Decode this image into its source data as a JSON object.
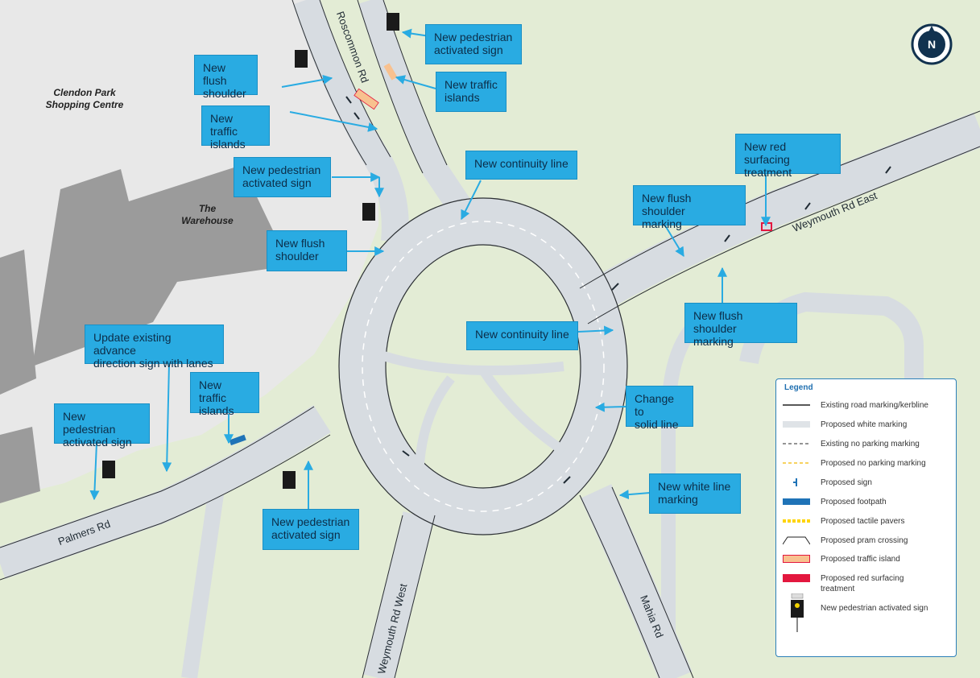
{
  "map": {
    "places": {
      "shopping_centre": "Clendon Park\nShopping Centre",
      "warehouse": "The\nWarehouse"
    },
    "roads": {
      "roscommon": "Roscommon Rd",
      "weymouth_east": "Weymouth Rd East",
      "palmers": "Palmers Rd",
      "weymouth_west": "Weymouth Rd West",
      "mahia": "Mahia Rd"
    },
    "compass_letter": "N",
    "callouts": {
      "flush_shoulder_top": "New flush\nshoulder",
      "ped_sign_top": "New pedestrian\nactivated sign",
      "traffic_islands_top": "New traffic\nislands",
      "traffic_islands_left": "New traffic\nislands",
      "continuity_line_top": "New continuity line",
      "red_surfacing": "New red surfacing\ntreatment",
      "ped_sign_roscommon": "New pedestrian\nactivated sign",
      "flush_shoulder_marking_top": "New flush shoulder\nmarking",
      "flush_shoulder_mid": "New flush\nshoulder",
      "flush_shoulder_marking_right": "New flush shoulder\nmarking",
      "continuity_line_mid": "New continuity line",
      "advance_sign": "Update existing advance\ndirection sign with lanes",
      "traffic_islands_palmers": "New traffic\nislands",
      "solid_line": "Change to\nsolid line",
      "ped_sign_palmers": "New pedestrian\nactivated sign",
      "white_line": "New white line\nmarking",
      "ped_sign_bottom": "New pedestrian\nactivated sign"
    },
    "legend": {
      "title": "Legend",
      "items": [
        {
          "symbol": "existing-marking",
          "label": "Existing road marking/kerbline"
        },
        {
          "symbol": "proposed-white",
          "label": "Proposed white marking"
        },
        {
          "symbol": "existing-no-parking",
          "label": "Existing no parking marking"
        },
        {
          "symbol": "proposed-no-parking",
          "label": "Proposed no parking marking"
        },
        {
          "symbol": "proposed-sign",
          "label": "Proposed sign"
        },
        {
          "symbol": "proposed-footpath",
          "label": "Proposed footpath"
        },
        {
          "symbol": "tactile-pavers",
          "label": "Proposed tactile pavers"
        },
        {
          "symbol": "pram-crossing",
          "label": "Proposed pram crossing"
        },
        {
          "symbol": "traffic-island",
          "label": "Proposed traffic island"
        },
        {
          "symbol": "red-surfacing",
          "label": "Proposed red surfacing\ntreatment"
        },
        {
          "symbol": "ped-sign",
          "label": "New pedestrian activated sign"
        }
      ]
    },
    "colors": {
      "grass": "#e3ecd5",
      "road": "#d8dde2",
      "building": "#9a9a9a",
      "site": "#e6e6e6",
      "callout": "#29abe2",
      "arrow": "#29abe2",
      "compass": "#12324f",
      "footpath": "#1f73b7",
      "tactile": "#ffd400",
      "island": "#f8c18f",
      "red": "#e3173e"
    }
  }
}
